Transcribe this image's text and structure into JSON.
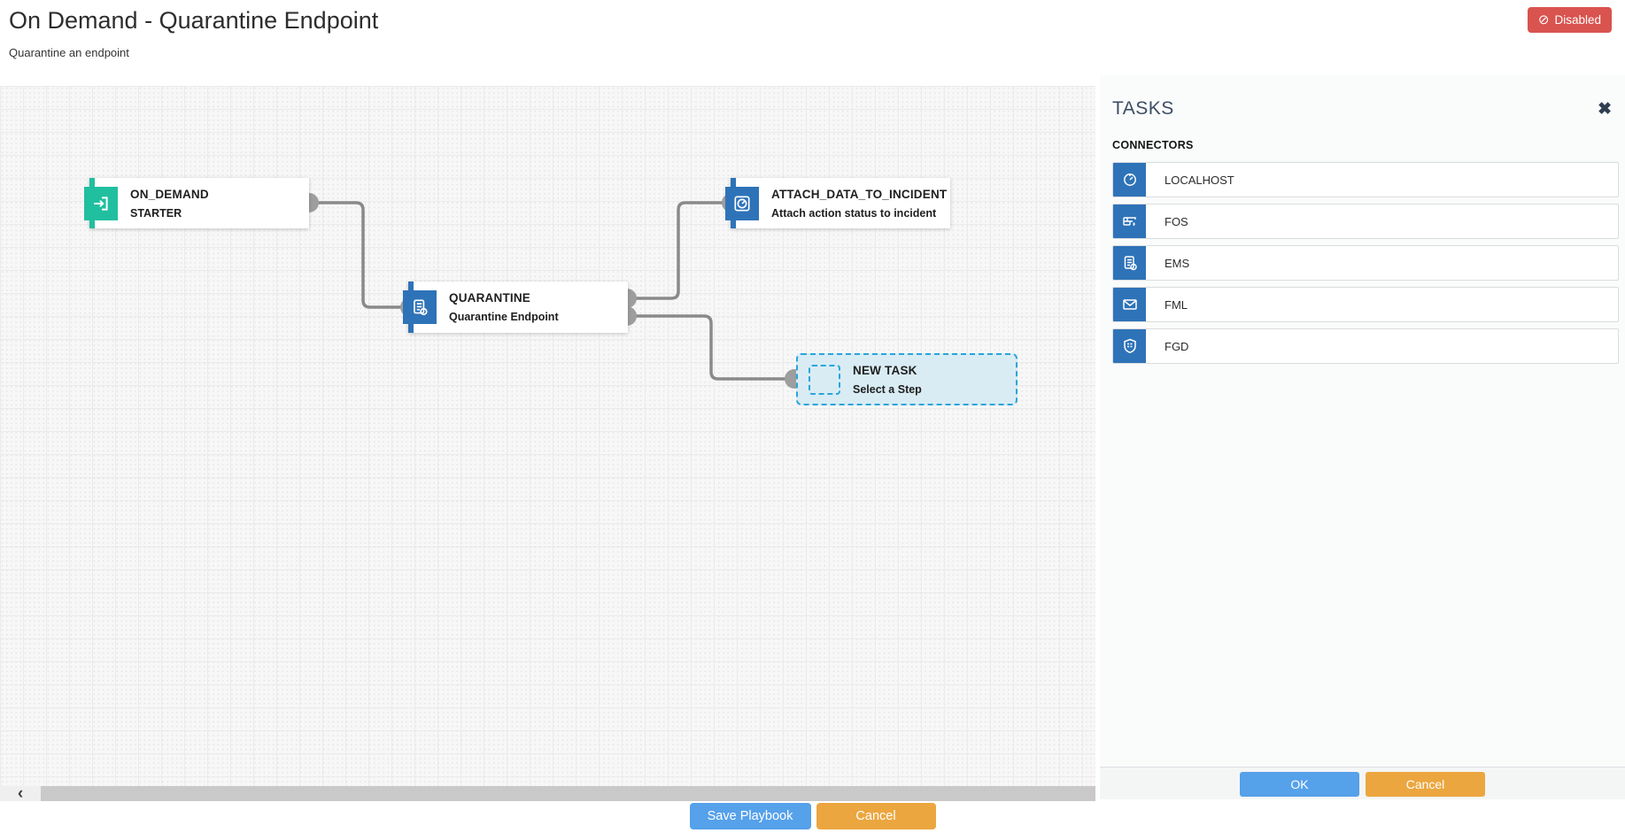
{
  "header": {
    "title": "On Demand - Quarantine Endpoint",
    "subtitle": "Quarantine an endpoint",
    "status_badge": {
      "label": "Disabled",
      "icon": "ban-icon",
      "glyph": "⊘",
      "color": "#d9534f"
    }
  },
  "canvas": {
    "nodes": [
      {
        "id": "on_demand",
        "title": "ON_DEMAND",
        "subtitle": "STARTER",
        "accent": "#20bfa0",
        "icon": "sign-in-icon"
      },
      {
        "id": "quarantine",
        "title": "QUARANTINE",
        "subtitle": "Quarantine Endpoint",
        "accent": "#2e73b8",
        "icon": "endpoint-icon"
      },
      {
        "id": "attach",
        "title": "ATTACH_DATA_TO_INCIDENT",
        "subtitle": "Attach action status to incident",
        "accent": "#2e73b8",
        "icon": "gauge-icon"
      },
      {
        "id": "new_task",
        "title": "NEW TASK",
        "subtitle": "Select a Step",
        "accent": "#2aa4da",
        "icon": "placeholder-icon"
      }
    ],
    "edges": [
      {
        "from": "on_demand",
        "to": "quarantine"
      },
      {
        "from": "quarantine",
        "to": "attach"
      },
      {
        "from": "quarantine",
        "to": "new_task"
      }
    ],
    "edge_color": "#8a8a8a",
    "port_color": "#9e9e9e",
    "scrollbar": {
      "left_arrow": "‹"
    }
  },
  "panel": {
    "title": "TASKS",
    "close_glyph": "✖",
    "section_label": "CONNECTORS",
    "connectors": [
      {
        "label": "LOCALHOST",
        "icon": "gauge-icon"
      },
      {
        "label": "FOS",
        "icon": "firewall-icon"
      },
      {
        "label": "EMS",
        "icon": "endpoint-icon"
      },
      {
        "label": "FML",
        "icon": "mail-icon"
      },
      {
        "label": "FGD",
        "icon": "shield-icon"
      }
    ],
    "footer": {
      "ok_label": "OK",
      "cancel_label": "Cancel"
    }
  },
  "footer": {
    "save_label": "Save Playbook",
    "cancel_label": "Cancel"
  },
  "colors": {
    "accent_teal": "#20bfa0",
    "accent_blue": "#2e73b8",
    "danger_red": "#d9534f",
    "primary_blue": "#55a1ea",
    "cancel_orange": "#eca63f",
    "newtask_bg": "#d9ecf4",
    "newtask_border": "#2aa4da"
  }
}
